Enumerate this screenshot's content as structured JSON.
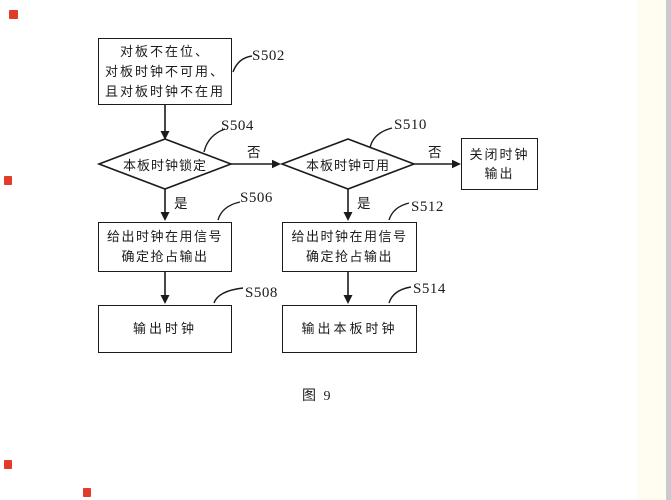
{
  "figure": {
    "caption": "图 9",
    "branch_yes": "是",
    "branch_no": "否",
    "nodes": {
      "start": {
        "step": "S502",
        "line1": "对板不在位、",
        "line2": "对板时钟不可用、",
        "line3": "且对板时钟不在用"
      },
      "decision_lock": {
        "step": "S504",
        "label": "本板时钟锁定"
      },
      "decision_avail": {
        "step": "S510",
        "label": "本板时钟可用"
      },
      "close_output": {
        "line1": "关闭时钟",
        "line2": "输出"
      },
      "assert_left": {
        "step": "S506",
        "line1": "给出时钟在用信号",
        "line2": "确定抢占输出"
      },
      "assert_right": {
        "step": "S512",
        "line1": "给出时钟在用信号",
        "line2": "确定抢占输出"
      },
      "output_clock": {
        "step": "S508",
        "label": "输出时钟"
      },
      "output_local": {
        "step": "S514",
        "label": "输出本板时钟"
      }
    },
    "colors": {
      "line": "#1b1b1b",
      "page_bg": "#ffffff",
      "scroll_strip": "#c9c9ce",
      "artifact_red": "#e23b2a"
    }
  }
}
